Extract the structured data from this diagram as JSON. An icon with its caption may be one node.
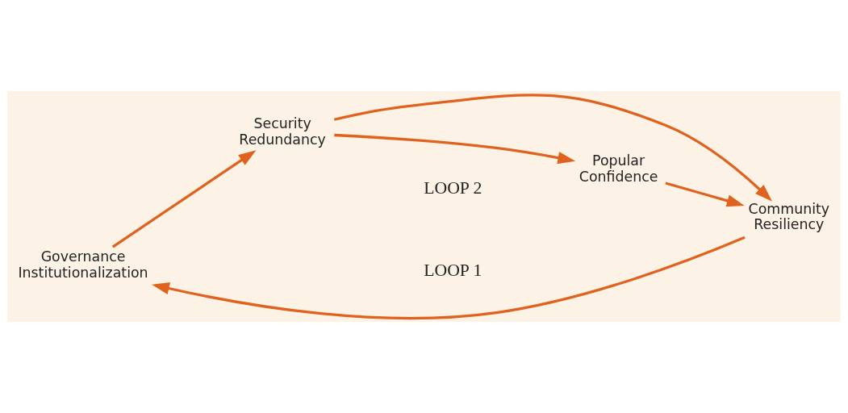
{
  "diagram": {
    "nodes": [
      {
        "text": [
          "Governance Institutionalization"
        ]
      },
      {
        "text": [
          "Community Resiliency"
        ]
      },
      {
        "text": [
          "Security Redundancy"
        ]
      },
      {
        "text": [
          "Popular Confidence"
        ]
      }
    ],
    "edges": [
      {
        "from": 1,
        "to": 0,
        "arrow": "to"
      },
      {
        "from": 0,
        "to": 2,
        "arrow": "to"
      },
      {
        "from": 2,
        "to": 1,
        "arrow": "to"
      },
      {
        "from": 2,
        "to": 3,
        "arrow": "to"
      },
      {
        "from": 3,
        "to": 1,
        "arrow": "to"
      }
    ],
    "labels": [
      "LOOP 1",
      "LOOP 2"
    ]
  }
}
